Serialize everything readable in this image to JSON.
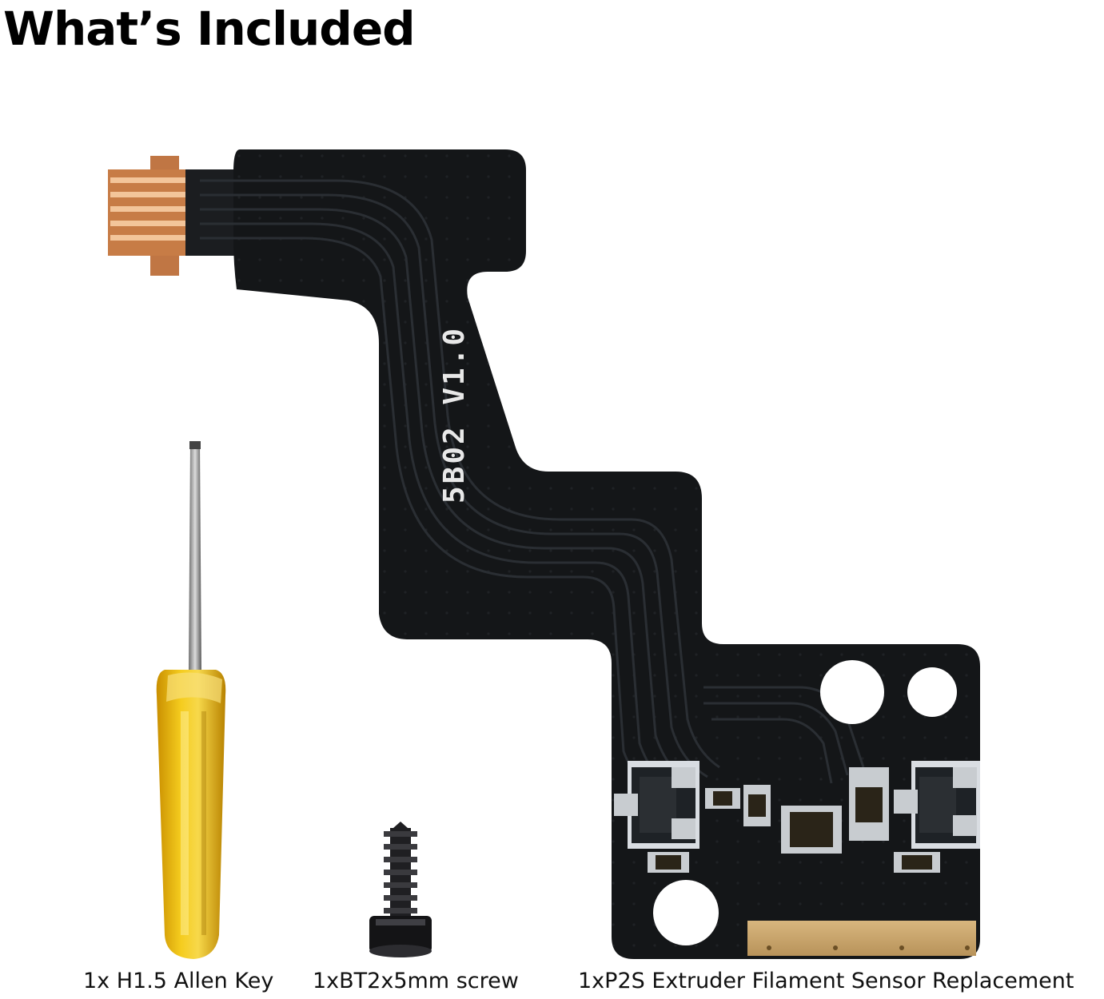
{
  "heading": "What’s Included",
  "items": [
    {
      "caption": "1x H1.5 Allen Key",
      "icon": "screwdriver-icon"
    },
    {
      "caption": "1xBT2x5mm screw",
      "icon": "screw-icon"
    },
    {
      "caption": "1xP2S Extruder Filament Sensor Replacement",
      "icon": "pcb-board-icon"
    }
  ],
  "board": {
    "silkscreen": "5B02 V1.0"
  },
  "colors": {
    "board": "#141618",
    "copper": "#c77c46",
    "handle": "#e6b40f",
    "text": "#000000"
  }
}
